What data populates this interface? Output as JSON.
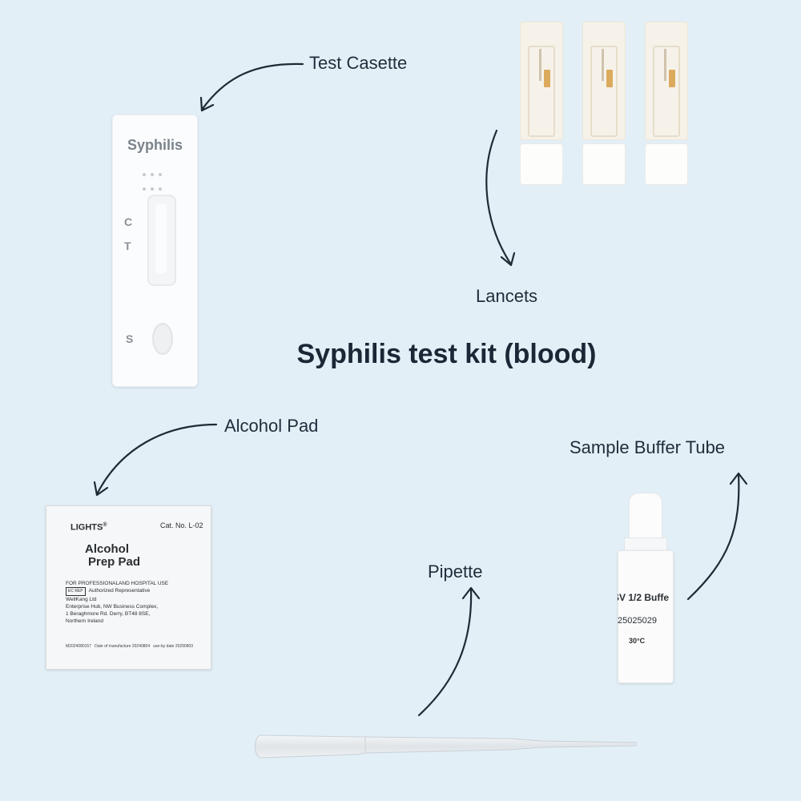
{
  "title": "Syphilis test kit (blood)",
  "labels": {
    "test_cassette": "Test Casette",
    "lancets": "Lancets",
    "alcohol_pad": "Alcohol Pad",
    "buffer_tube": "Sample Buffer Tube",
    "pipette": "Pipette"
  },
  "cassette": {
    "brand": "Syphilis",
    "mark_c": "C",
    "mark_t": "T",
    "mark_s": "S"
  },
  "pad": {
    "logo": "LIGHTS",
    "logo_sup": "®",
    "catalog": "Cat. No. L-02",
    "name_line1": "Alcohol",
    "name_line2": "Prep Pad",
    "use": "FOR PROFESSIONALAND HOSPITAL USE",
    "rep_tag": "EC REP",
    "rep": "Authorized Representative",
    "company": "WellKang Ltd",
    "address1": "Enterprise Hub, NW Business Complex,",
    "address2": "1 Beraghmore Rd. Derry, BT48 8SE,",
    "address3": "Northern Ireland",
    "lot": "M2024080157",
    "mfg_label": "Date of manufacture",
    "mfg": "20240804",
    "exp_label": "use-by date",
    "exp": "20290803"
  },
  "tube": {
    "line1": "SV 1/2 Buffe",
    "line2": "25025029",
    "line3": "30°C"
  },
  "colors": {
    "background": "#e3eff7",
    "arrow": "#1f2a36",
    "text": "#1f2d3b"
  }
}
